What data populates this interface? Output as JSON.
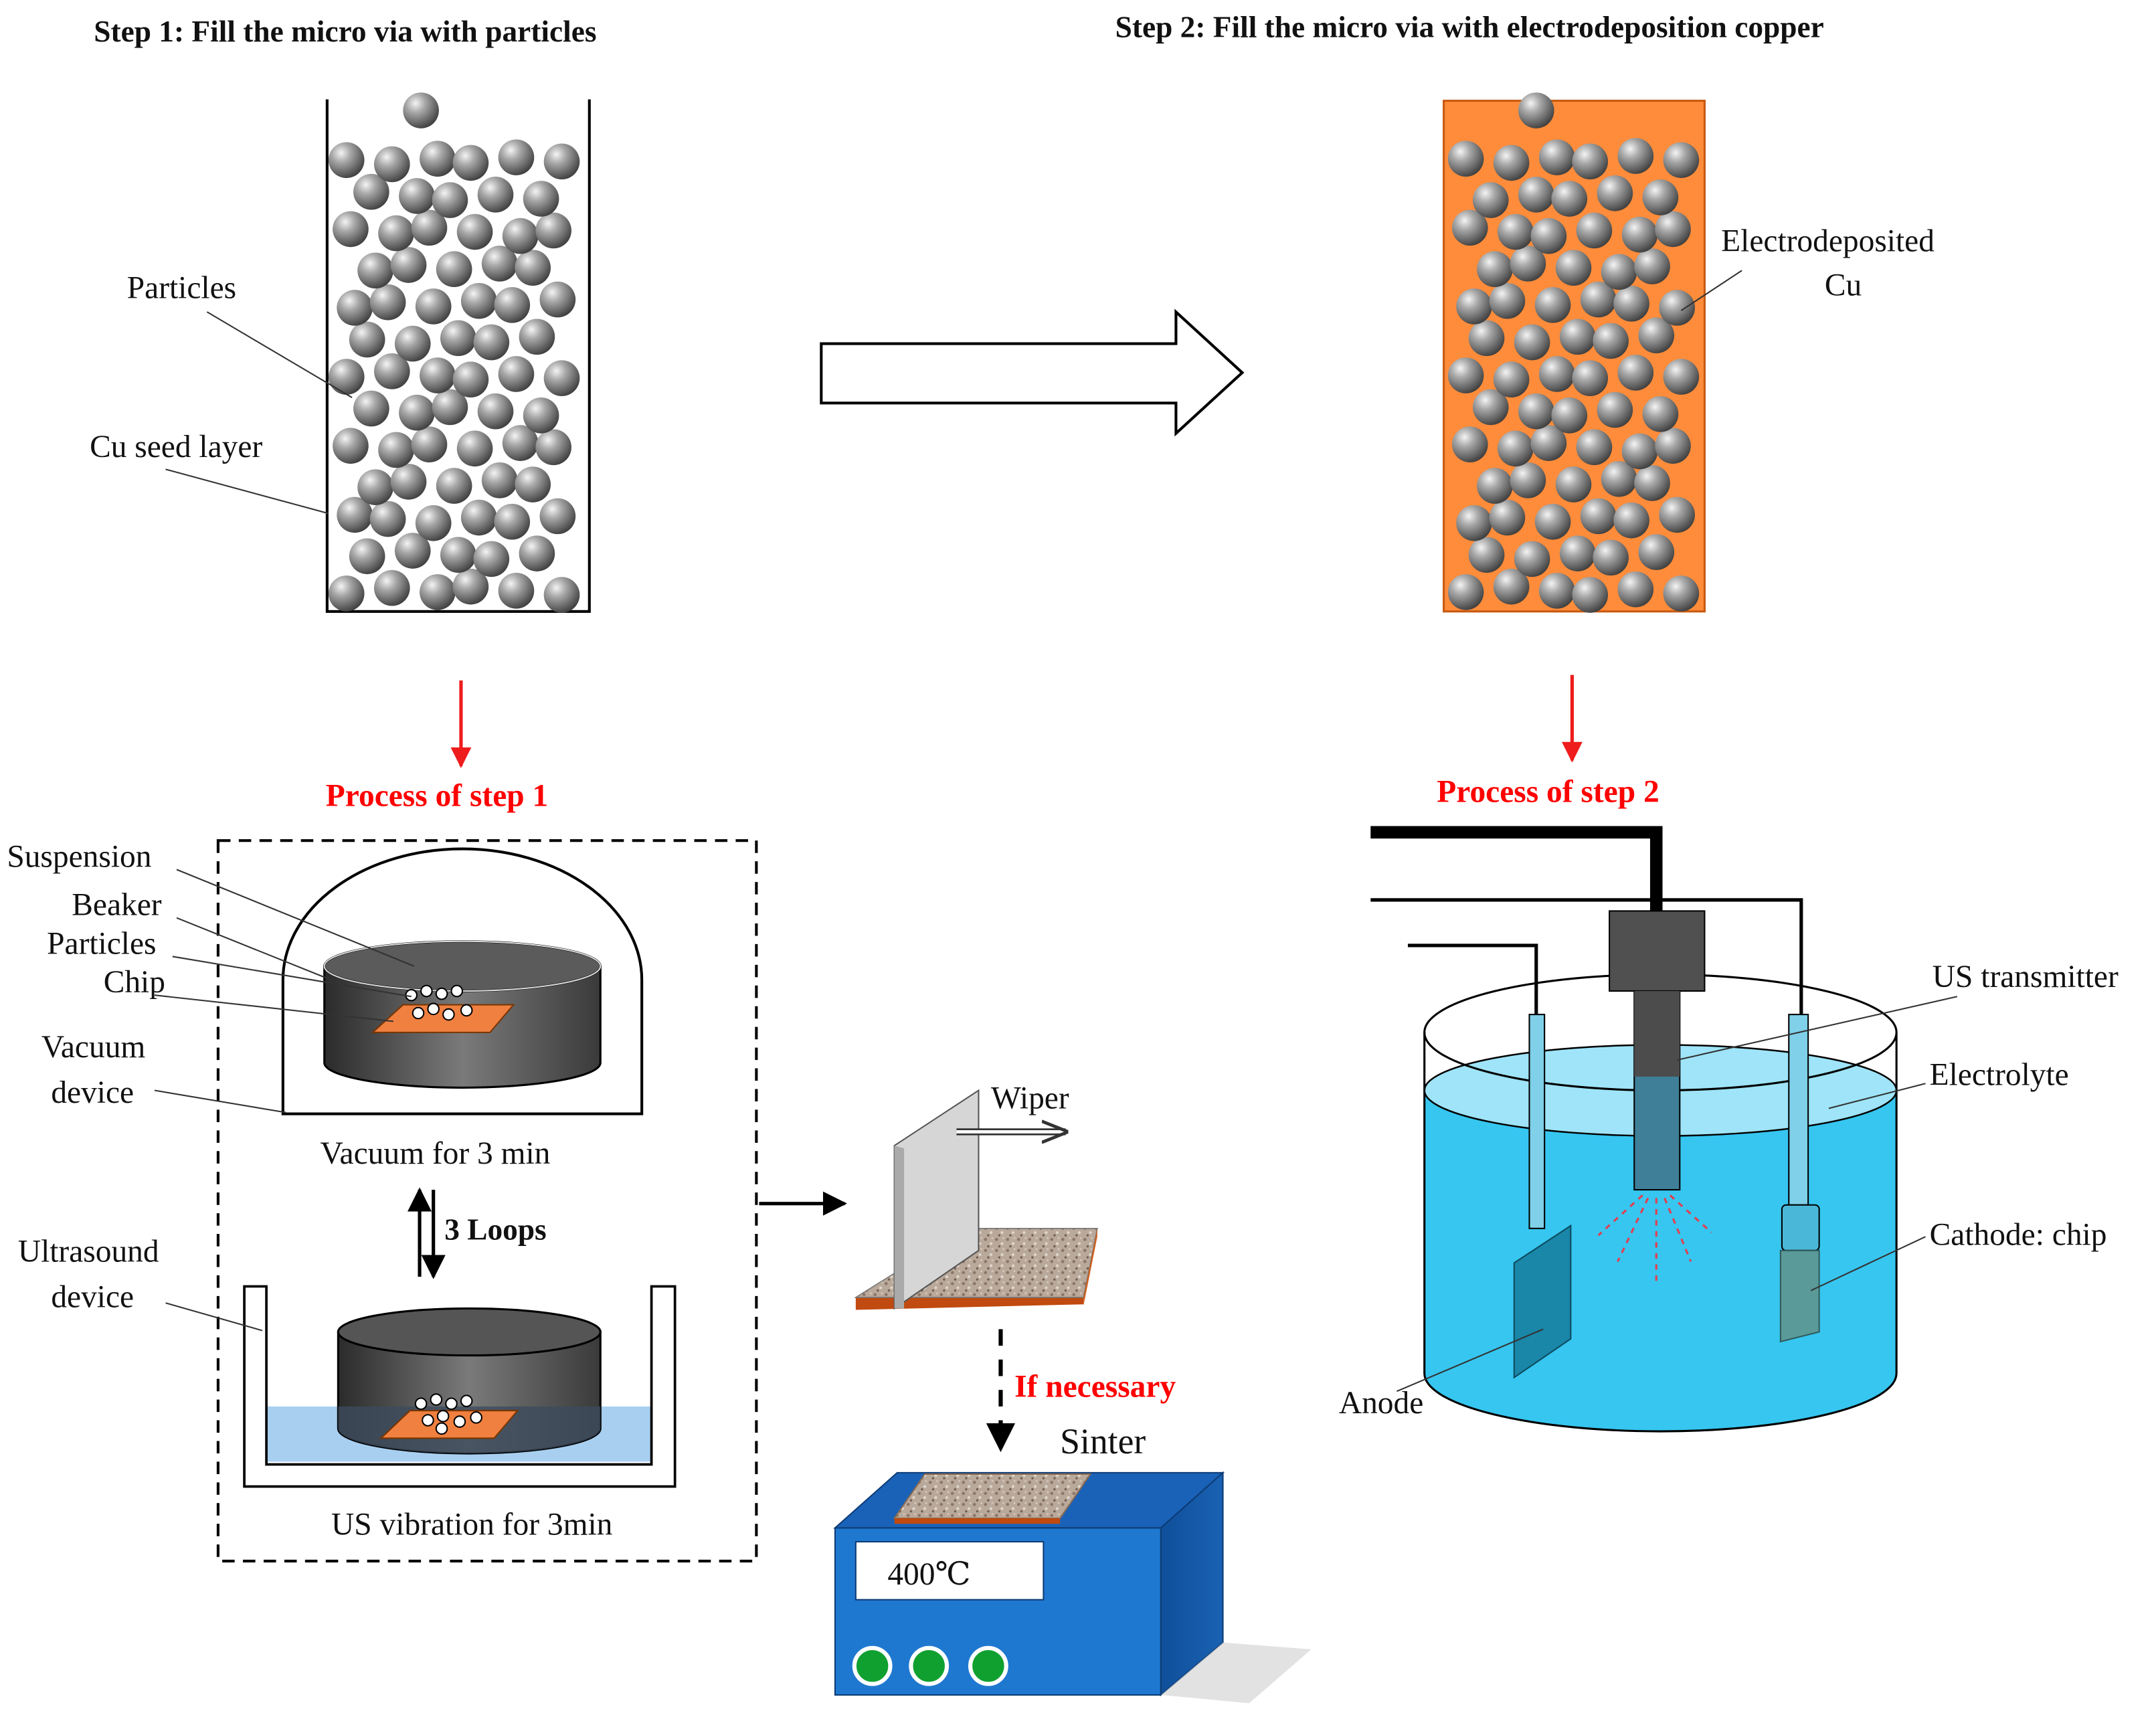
{
  "step1": {
    "title": "Step 1: Fill the micro via with particles",
    "labels": {
      "particles": "Particles",
      "seed_layer": "Cu seed layer"
    }
  },
  "step2": {
    "title": "Step 2: Fill the micro via with electrodeposition copper",
    "labels": {
      "electrodeposited_line1": "Electrodeposited",
      "electrodeposited_line2": "Cu"
    }
  },
  "process1": {
    "title": "Process of step 1",
    "labels": {
      "suspension": "Suspension",
      "beaker": "Beaker",
      "particles": "Particles",
      "chip": "Chip",
      "vacuum_line1": "Vacuum",
      "vacuum_line2": "device",
      "vacuum_caption": "Vacuum  for 3 min",
      "loops": "3 Loops",
      "ultrasound_line1": "Ultrasound",
      "ultrasound_line2": "device",
      "us_caption": "US vibration  for 3min"
    }
  },
  "wiper_stage": {
    "wiper": "Wiper",
    "if_necessary": "If necessary",
    "sinter": "Sinter",
    "display": "400℃"
  },
  "process2": {
    "title": "Process of step 2",
    "labels": {
      "us_transmitter": "US transmitter",
      "electrolyte": "Electrolyte",
      "cathode": "Cathode:  chip",
      "anode": "Anode"
    }
  },
  "colors": {
    "copper_fill": "#ff8c3a",
    "chip_orange": "#f08040",
    "arrow_red": "#ee1c1c",
    "heater_blue": "#1f78d0",
    "electrolyte_cyan": "#36c6f0",
    "button_green": "#10a030"
  }
}
